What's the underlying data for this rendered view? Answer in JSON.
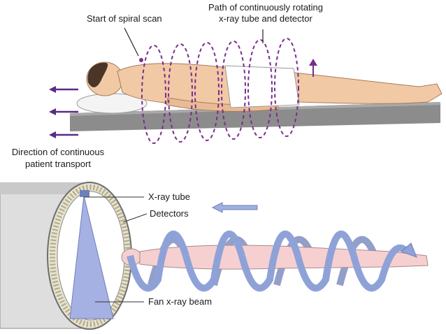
{
  "top_panel": {
    "label_start_scan": "Start of spiral scan",
    "label_path_line1": "Path of continuously rotating",
    "label_path_line2": "x-ray tube and detector",
    "label_direction_line1": "Direction of continuous",
    "label_direction_line2": "patient transport"
  },
  "bottom_panel": {
    "label_xray_tube": "X-ray tube",
    "label_detectors": "Detectors",
    "label_fan_beam": "Fan x-ray beam"
  },
  "colors": {
    "spiral_path": "#7a2d8c",
    "transport_arrow": "#5a2a86",
    "helix": "#8fa2d8",
    "beam": "#a6b1e3",
    "skin": "#f1c9a5",
    "table": "#8c8c8c"
  }
}
